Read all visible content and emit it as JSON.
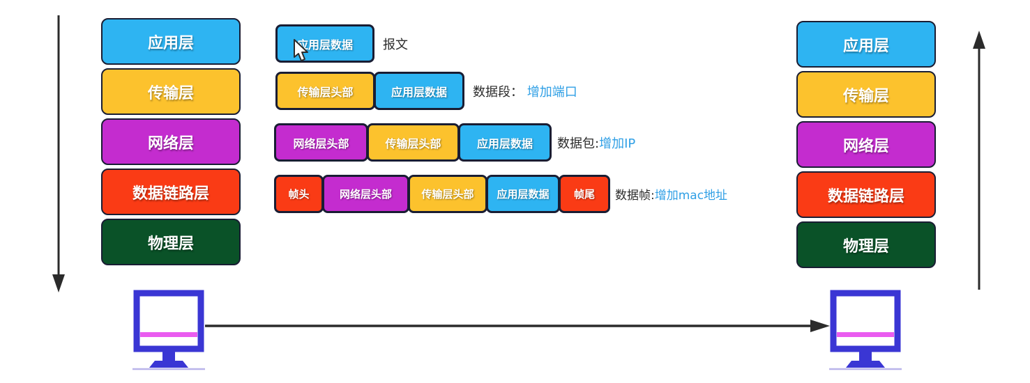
{
  "palette": {
    "application": "#2eb4f2",
    "transport": "#fcc22d",
    "network": "#c42ccf",
    "datalink": "#fa3b15",
    "physical": "#0a5228",
    "box_border": "#191d33",
    "caption_text": "#2b2b2b",
    "caption_highlight": "#2f9fe5",
    "arrow": "#2b2b2b",
    "monitor_outline": "#3a36d4",
    "monitor_stripe": "#ea5cf0"
  },
  "stack_layers": [
    {
      "label": "应用层"
    },
    {
      "label": "传输层"
    },
    {
      "label": "网络层"
    },
    {
      "label": "数据链路层"
    },
    {
      "label": "物理层"
    }
  ],
  "encapsulation_rows": [
    {
      "segments": [
        {
          "label": "应用层数据"
        }
      ],
      "caption_prefix": "报文",
      "caption_highlight": ""
    },
    {
      "segments": [
        {
          "label": "传输层头部"
        },
        {
          "label": "应用层数据"
        }
      ],
      "caption_prefix": "数据段： ",
      "caption_highlight": "增加端口"
    },
    {
      "segments": [
        {
          "label": "网络层头部"
        },
        {
          "label": "传输层头部"
        },
        {
          "label": "应用层数据"
        }
      ],
      "caption_prefix": "数据包:",
      "caption_highlight": "增加IP"
    },
    {
      "segments": [
        {
          "label": "帧头"
        },
        {
          "label": "网络层头部"
        },
        {
          "label": "传输层头部"
        },
        {
          "label": "应用层数据"
        },
        {
          "label": "帧尾"
        }
      ],
      "caption_prefix": "数据帧:",
      "caption_highlight": "增加mac地址"
    }
  ]
}
